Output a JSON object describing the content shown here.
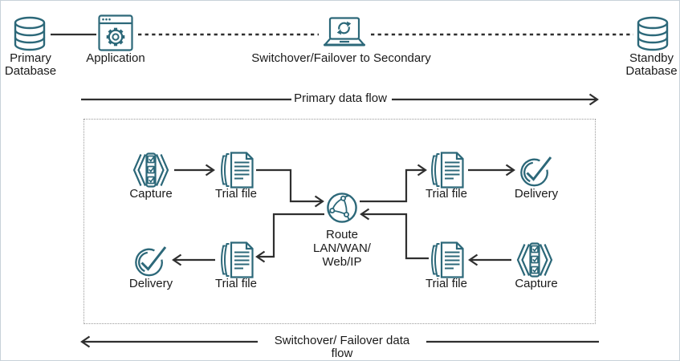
{
  "colors": {
    "icon_stroke": "#2c6879",
    "line": "#2f2f2f",
    "text": "#1a1a1a",
    "frame_border": "#c8d1d9",
    "dotted_border": "#9a9a9a",
    "background": "#ffffff"
  },
  "top_row": {
    "primary_db": {
      "icon": "database-icon",
      "label": "Primary Database"
    },
    "application": {
      "icon": "application-window-gear-icon",
      "label": "Application"
    },
    "switchover": {
      "icon": "laptop-sync-icon",
      "label": "Switchover/Failover to Secondary"
    },
    "standby_db": {
      "icon": "database-icon",
      "label": "Standby Database"
    }
  },
  "flow_arrows": {
    "primary": {
      "label": "Primary data flow",
      "direction": "right"
    },
    "switchover": {
      "label": "Switchover/ Failover data flow",
      "direction": "left"
    }
  },
  "pipeline": {
    "top_row": [
      {
        "icon": "capture-checklist-icon",
        "label": "Capture"
      },
      {
        "icon": "trail-file-icon",
        "label": "Trial file"
      },
      {
        "icon": "trail-file-icon",
        "label": "Trial file"
      },
      {
        "icon": "delivery-check-icon",
        "label": "Delivery"
      }
    ],
    "bottom_row": [
      {
        "icon": "delivery-check-icon",
        "label": "Delivery"
      },
      {
        "icon": "trail-file-icon",
        "label": "Trial file"
      },
      {
        "icon": "trail-file-icon",
        "label": "Trial file"
      },
      {
        "icon": "capture-checklist-icon",
        "label": "Capture"
      }
    ],
    "route": {
      "icon": "network-globe-icon",
      "lines": [
        "Route",
        "LAN/WAN/",
        "Web/IP"
      ]
    }
  }
}
